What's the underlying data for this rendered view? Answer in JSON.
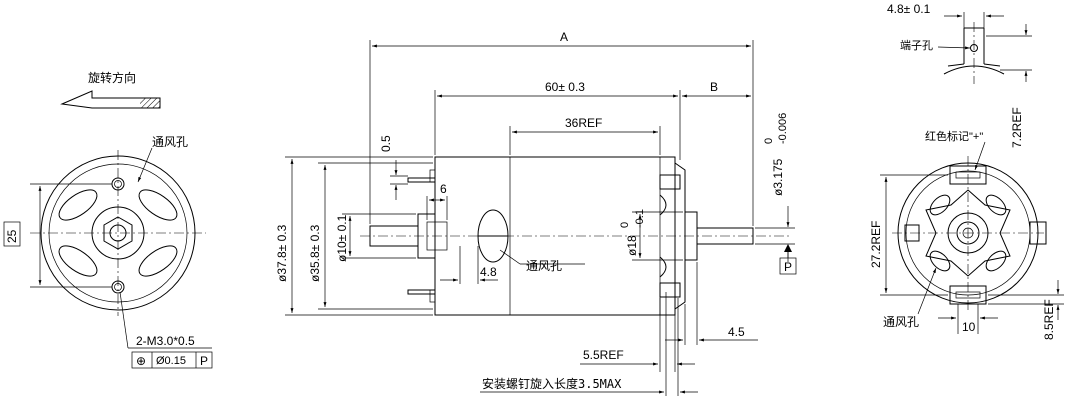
{
  "left_view": {
    "rotation_label": "旋转方向",
    "vent_label": "通风孔",
    "dim_25": "25",
    "thread_label": "2-M3.0*0.5",
    "fcf_position_symbol": "⊕",
    "fcf_tolerance": "Ø0.15",
    "fcf_datum": "P"
  },
  "side_view": {
    "dim_A": "A",
    "dim_60": "60± 0.3",
    "dim_B": "B",
    "dim_36ref": "36REF",
    "dim_0_5": "0.5",
    "dim_6": "6",
    "dim_37_8": "ø37.8± 0.3",
    "dim_35_8": "ø35.8± 0.3",
    "dim_10": "ø10± 0.1",
    "dim_4_8": "4.8",
    "vent_label": "通风孔",
    "dim_18_main": "ø18",
    "dim_18_upper": "0",
    "dim_18_lower": "-0.1",
    "dim_shaft_main": "ø3.175",
    "dim_shaft_upper": "0",
    "dim_shaft_lower": "-0.006",
    "datum_P": "P",
    "dim_4_5": "4.5",
    "dim_5_5ref": "5.5REF",
    "screw_note": "安装螺钉旋入长度3.5MAX"
  },
  "right_view": {
    "dim_4_8": "4.8± 0.1",
    "terminal_label": "端子孔",
    "dim_7_2ref": "7.2REF",
    "red_mark_label": "红色标记\"+\"",
    "dim_27_2ref": "27.2REF",
    "vent_label": "通风孔",
    "dim_10": "10",
    "dim_8_5ref": "8.5REF"
  }
}
